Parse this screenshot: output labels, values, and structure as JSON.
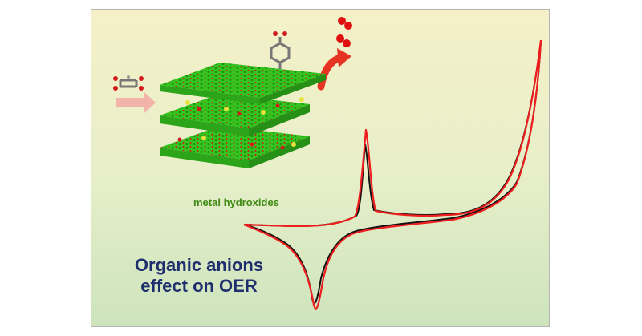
{
  "labels": {
    "layers": "metal hydroxides",
    "title_line1": "Organic anions",
    "title_line2": "effect on OER"
  },
  "colors": {
    "background_top": "#f5f0c8",
    "background_bottom": "#cde4bd",
    "layer_green": "#35c41f",
    "oxygen_red": "#e01010",
    "title_navy": "#1f2f6e",
    "label_green": "#3f8a14",
    "cv_black": "#111111",
    "cv_red": "#ef1e1e",
    "arrow_pink": "#f2b3a8"
  },
  "icons": [
    "layered-hydroxide-stack",
    "organic-anion-molecule",
    "oxygen-molecule",
    "insertion-arrow",
    "release-arrow",
    "cyclic-voltammogram"
  ]
}
